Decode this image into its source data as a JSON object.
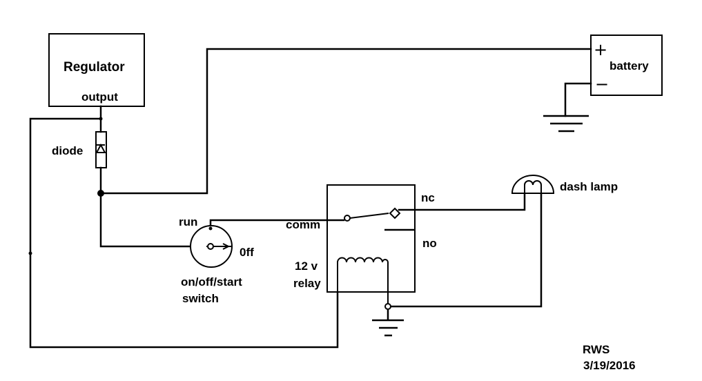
{
  "components": {
    "regulator": {
      "title": "Regulator",
      "terminal": "output"
    },
    "diode": {
      "label": "diode"
    },
    "battery": {
      "label": "battery",
      "positive": "+",
      "negative": "−"
    },
    "switch": {
      "pos_run": "run",
      "pos_off": "0ff",
      "label_line1": "on/off/start",
      "label_line2": "switch"
    },
    "relay": {
      "comm": "comm",
      "nc": "nc",
      "no": "no",
      "label_line1": "12 v",
      "label_line2": "relay"
    },
    "lamp": {
      "label": "dash lamp"
    }
  },
  "signature": {
    "initials": "RWS",
    "date": "3/19/2016"
  },
  "colors": {
    "ink": "#000000",
    "background": "#ffffff"
  }
}
